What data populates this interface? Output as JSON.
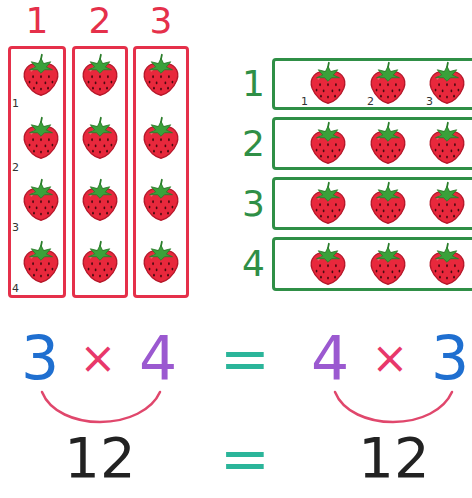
{
  "diagram": {
    "nodes": [
      {
        "text": [
          "1",
          "1",
          "2",
          "3",
          "4"
        ]
      },
      {
        "text": [
          "2"
        ]
      },
      {
        "text": [
          "3"
        ]
      },
      {
        "text": [
          "1",
          "1",
          "2",
          "3"
        ]
      },
      {
        "text": [
          "2"
        ]
      },
      {
        "text": [
          "3"
        ]
      },
      {
        "text": [
          "4"
        ]
      }
    ],
    "labels": [
      "3",
      "×",
      "4",
      "=",
      "4",
      "×",
      "3",
      "12",
      "=",
      "12"
    ]
  }
}
